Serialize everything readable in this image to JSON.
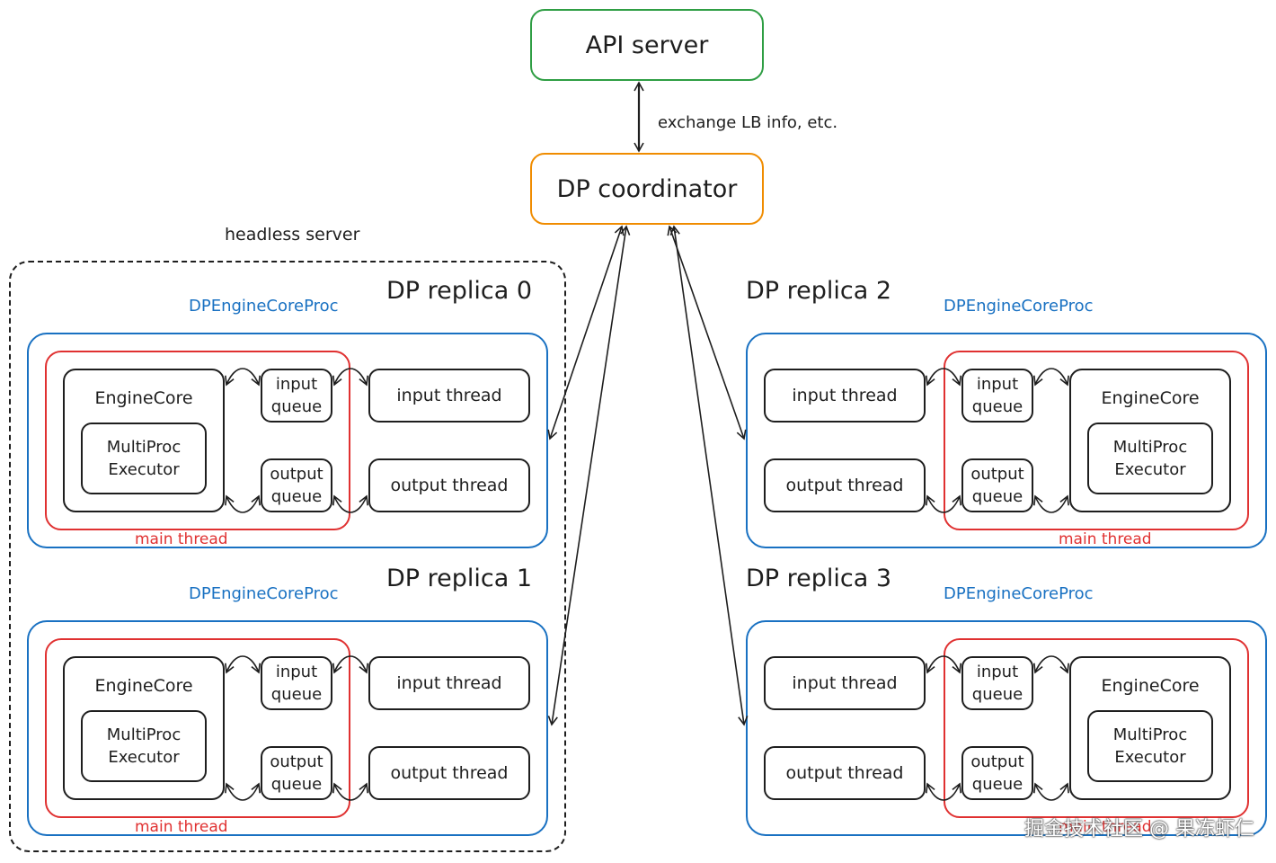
{
  "top": {
    "api_server": "API server",
    "dp_coordinator": "DP coordinator",
    "exchange_label": "exchange LB info, etc."
  },
  "headless_label": "headless server",
  "replicas": [
    {
      "title": "DP replica 0",
      "proc_label": "DPEngineCoreProc",
      "engine_core": "EngineCore",
      "executor": [
        "MultiProc",
        "Executor"
      ],
      "input_queue": [
        "input",
        "queue"
      ],
      "output_queue": [
        "output",
        "queue"
      ],
      "input_thread": "input thread",
      "output_thread": "output thread",
      "main_thread": "main thread"
    },
    {
      "title": "DP replica 1",
      "proc_label": "DPEngineCoreProc",
      "engine_core": "EngineCore",
      "executor": [
        "MultiProc",
        "Executor"
      ],
      "input_queue": [
        "input",
        "queue"
      ],
      "output_queue": [
        "output",
        "queue"
      ],
      "input_thread": "input thread",
      "output_thread": "output thread",
      "main_thread": "main thread"
    },
    {
      "title": "DP replica 2",
      "proc_label": "DPEngineCoreProc",
      "engine_core": "EngineCore",
      "executor": [
        "MultiProc",
        "Executor"
      ],
      "input_queue": [
        "input",
        "queue"
      ],
      "output_queue": [
        "output",
        "queue"
      ],
      "input_thread": "input thread",
      "output_thread": "output thread",
      "main_thread": "main thread"
    },
    {
      "title": "DP replica 3",
      "proc_label": "DPEngineCoreProc",
      "engine_core": "EngineCore",
      "executor": [
        "MultiProc",
        "Executor"
      ],
      "input_queue": [
        "input",
        "queue"
      ],
      "output_queue": [
        "output",
        "queue"
      ],
      "input_thread": "input thread",
      "output_thread": "output thread",
      "main_thread": "main thread"
    }
  ],
  "watermark": "掘金技术社区 @ 果冻虾仁",
  "colors": {
    "api_server_border": "#2f9e44",
    "dp_coordinator_border": "#f08c00",
    "proc_border": "#1971c2",
    "main_thread_border": "#e03131",
    "stroke": "#1e1e1e"
  }
}
